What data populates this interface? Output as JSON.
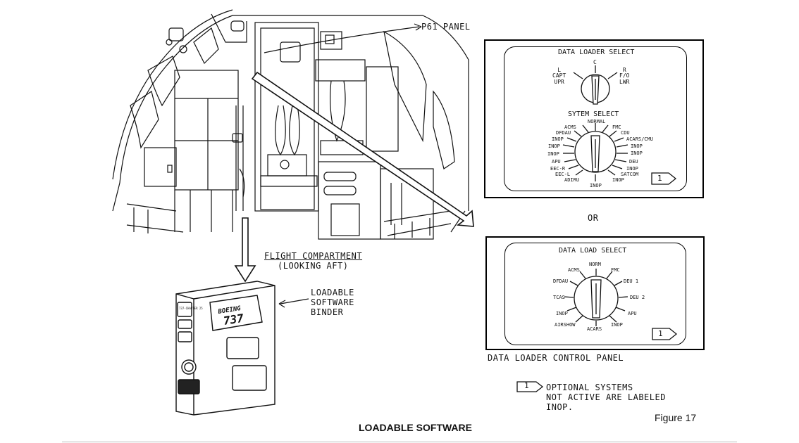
{
  "labels": {
    "p61_panel": "P61 PANEL",
    "flight_compartment": "FLIGHT COMPARTMENT",
    "looking_aft": "(LOOKING AFT)",
    "binder_line1": "LOADABLE",
    "binder_line2": "SOFTWARE",
    "binder_line3": "BINDER",
    "or": "OR",
    "control_panel": "DATA LOADER CONTROL PANEL",
    "note_number": "1",
    "note_line1": "OPTIONAL SYSTEMS",
    "note_line2": "NOT ACTIVE ARE LABELED",
    "note_line3": "INOP.",
    "figure": "Figure 17",
    "title": "LOADABLE SOFTWARE"
  },
  "binder": {
    "brand": "BOEING",
    "model": "737",
    "tag": "737-CHAPTER 25"
  },
  "panel1": {
    "title": "DATA LOADER SELECT",
    "knob_left": "L\nCAPT\nUPR",
    "knob_center": "C",
    "knob_right": "R\nF/O\nLWR",
    "system_title": "SYTEM SELECT",
    "positions_left": [
      "ACMS",
      "DFDAU",
      "INOP",
      "INOP",
      "INOP",
      "APU",
      "EEC-R",
      "EEC-L",
      "ADIRU"
    ],
    "position_top": "NORMAL",
    "positions_right": [
      "FMC",
      "CDU",
      "ACARS/CMU",
      "INOP",
      "INOP",
      "DEU",
      "INOP",
      "SATCOM",
      "INOP"
    ],
    "position_bottom": "INOP",
    "badge": "1"
  },
  "panel2": {
    "title": "DATA LOAD SELECT",
    "position_top": "NORM",
    "positions_left": [
      "ACMS",
      "DFDAU",
      "TCAS",
      "INOP",
      "AIRSHOW"
    ],
    "positions_right": [
      "FMC",
      "DEU 1",
      "DEU 2",
      "APU",
      "INOP"
    ],
    "position_bottom": "ACARS",
    "badge": "1"
  }
}
